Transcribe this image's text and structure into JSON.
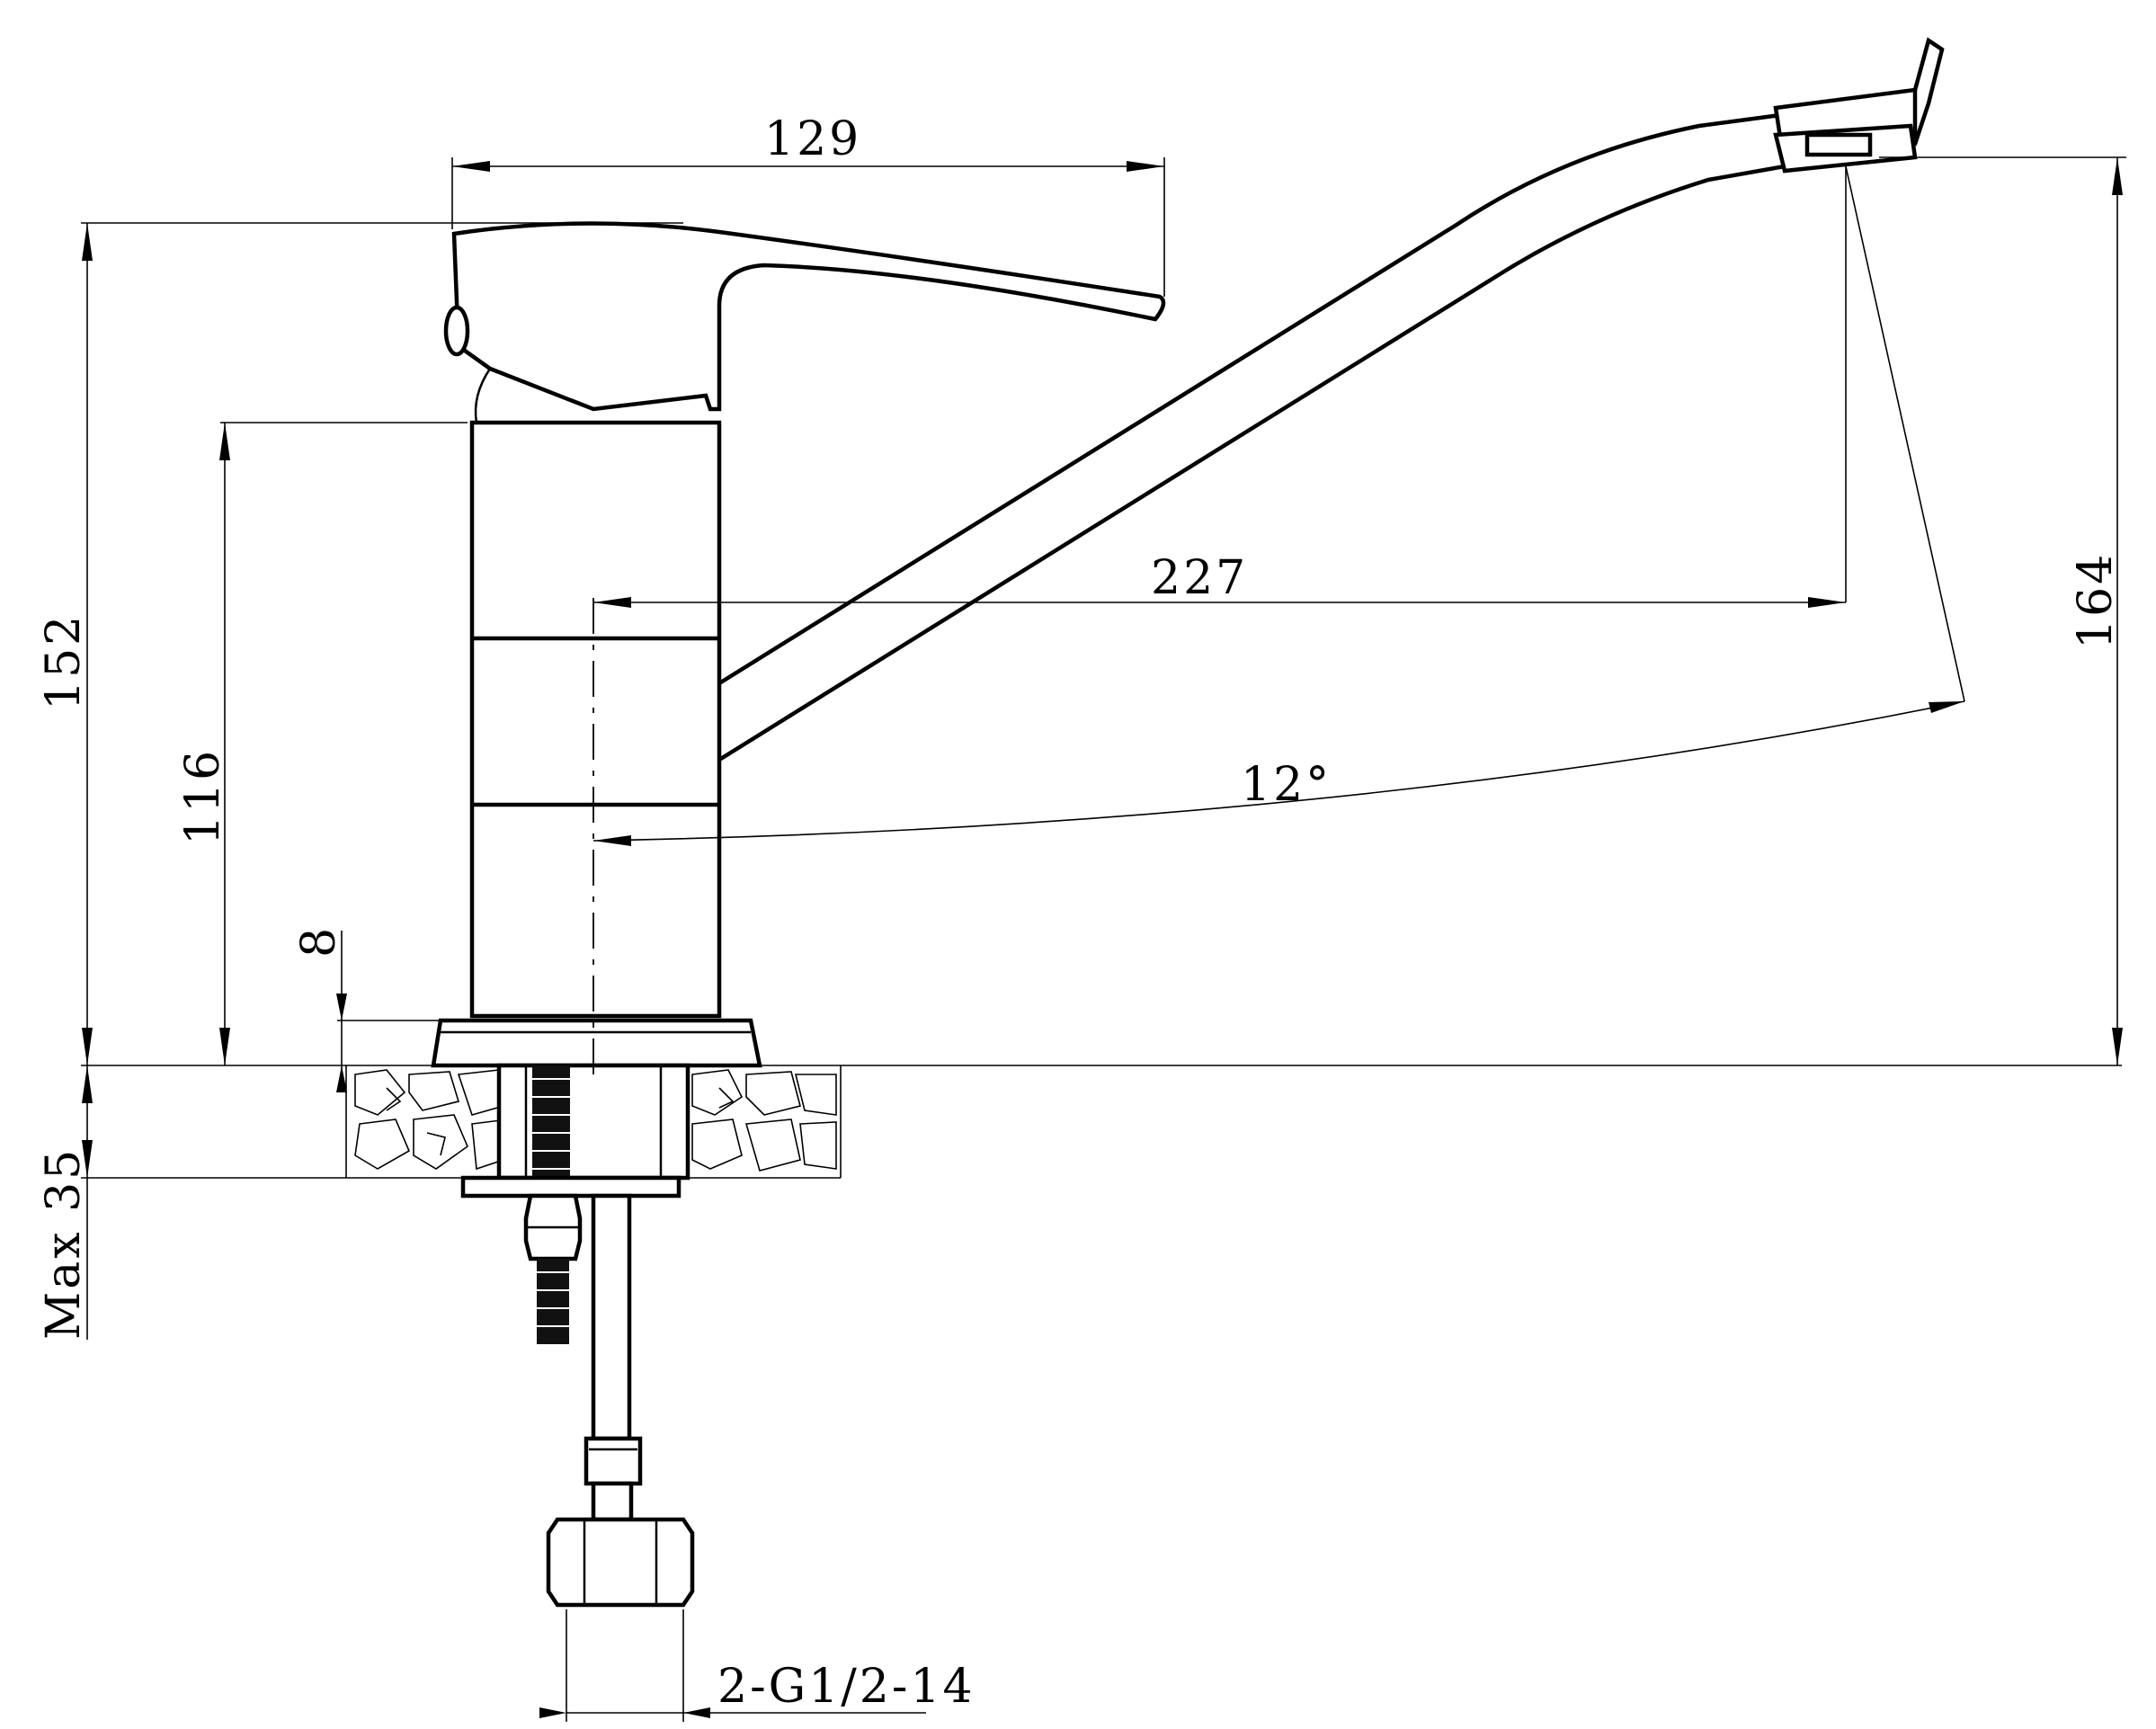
{
  "drawing": {
    "dimensions": {
      "lever_width": "129",
      "total_height": "152",
      "spout_reach": "227",
      "spout_height": "164",
      "body_height": "116",
      "base_ring": "8",
      "swivel_angle": "12°",
      "max_counter_thickness": "Max 35",
      "hose_connection": "2-G1/2-14"
    }
  }
}
